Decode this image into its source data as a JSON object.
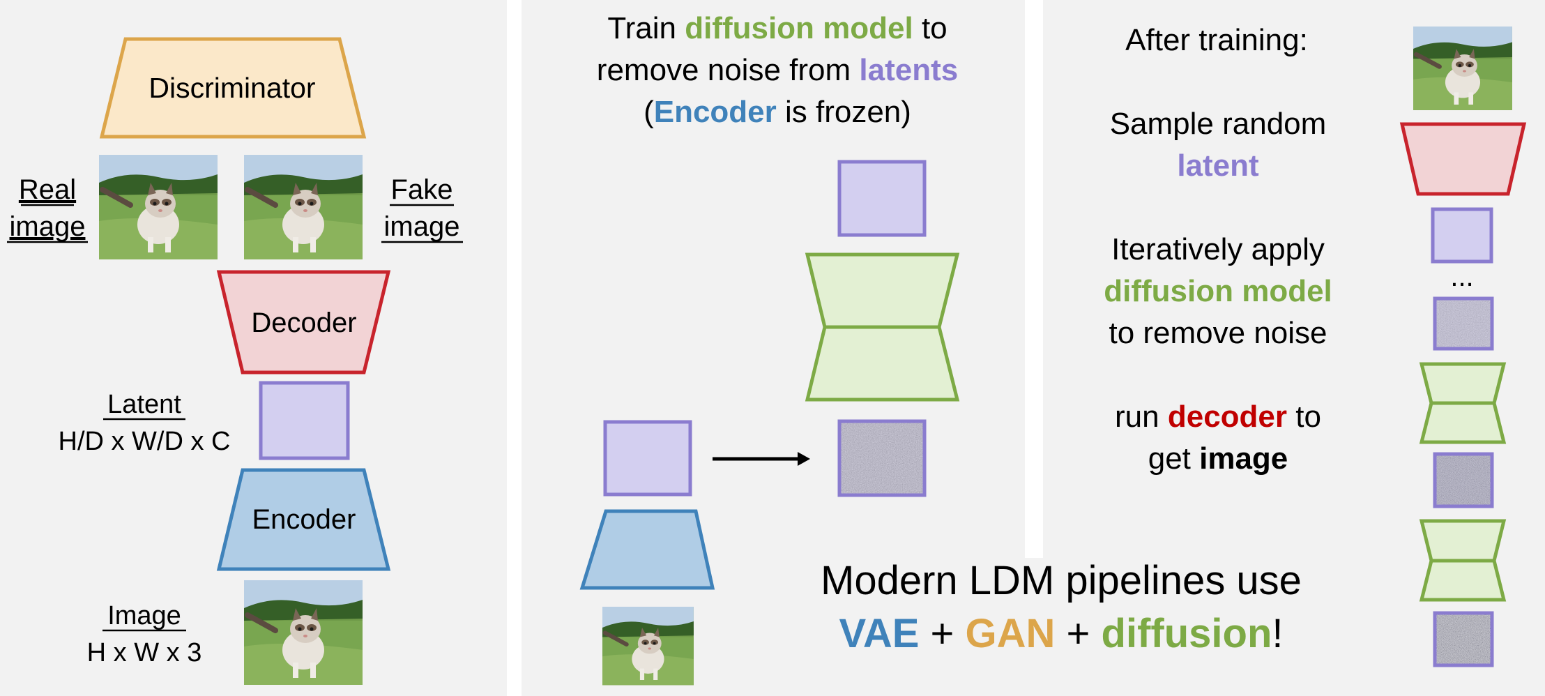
{
  "colors": {
    "panel_bg": "#f2f2f2",
    "discriminator_fill": "#fbe8c9",
    "discriminator_stroke": "#dca54a",
    "decoder_fill": "#f2d3d5",
    "decoder_stroke": "#c8232c",
    "encoder_fill": "#b0cde6",
    "encoder_stroke": "#3f82ba",
    "latent_fill": "#d3cff0",
    "latent_stroke": "#8a7ccf",
    "diffusion_fill": "#e3f0d3",
    "diffusion_stroke": "#7daa45",
    "text": "#000000",
    "green_text": "#7daa45",
    "purple_text": "#8a7ccf",
    "blue_text": "#3f82ba",
    "red_text": "#c00000",
    "orange_text": "#dca54a"
  },
  "left_panel": {
    "discriminator_label": "Discriminator",
    "real_image_label": [
      "Real",
      "image"
    ],
    "fake_image_label": [
      "Fake",
      "image"
    ],
    "decoder_label": "Decoder",
    "latent_label": "Latent",
    "latent_dims": "H/D x W/D x C",
    "encoder_label": "Encoder",
    "image_label": "Image",
    "image_dims": "H x W x 3"
  },
  "middle_panel": {
    "line1": {
      "a": "Train ",
      "b": "diffusion model",
      "c": " to"
    },
    "line2": {
      "a": "remove noise from ",
      "b": "latents"
    },
    "line3": {
      "a": "(",
      "b": "Encoder",
      "c": " is frozen)"
    }
  },
  "right_panel": {
    "after_training": "After training:",
    "sample_line1": "Sample random",
    "sample_line2": "latent",
    "iter_line1": "Iteratively apply",
    "iter_line2": "diffusion model",
    "iter_line3": "to remove noise",
    "ellipsis": "...",
    "run_line1": {
      "a": "run ",
      "b": "decoder",
      "c": " to"
    },
    "run_line2": {
      "a": "get ",
      "b": "image"
    }
  },
  "footer": {
    "line1": "Modern LDM pipelines use",
    "vae": "VAE",
    "plus1": " + ",
    "gan": "GAN",
    "plus2": " + ",
    "diffusion": "diffusion",
    "bang": "!"
  },
  "icons": {
    "cat_photo": "cat-photo-icon",
    "noise_image": "noise-texture-icon",
    "arrow": "arrow-right-icon"
  }
}
